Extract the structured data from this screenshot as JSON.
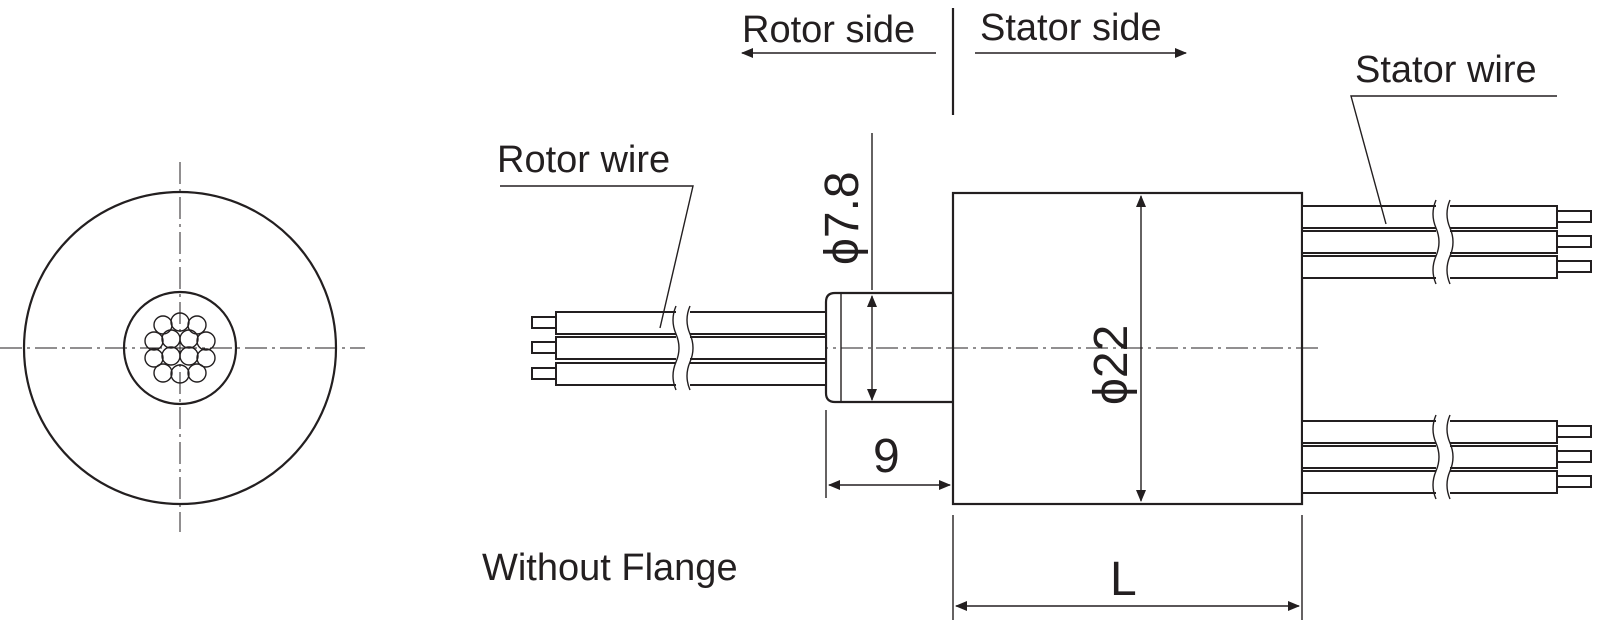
{
  "labels": {
    "rotor_side": "Rotor side",
    "stator_side": "Stator side",
    "stator_wire": "Stator wire",
    "rotor_wire": "Rotor wire",
    "without_flange": "Without Flange"
  },
  "dimensions": {
    "shaft_diameter": "ϕ7.8",
    "body_diameter": "ϕ22",
    "shaft_length": "9",
    "body_length": "L"
  }
}
